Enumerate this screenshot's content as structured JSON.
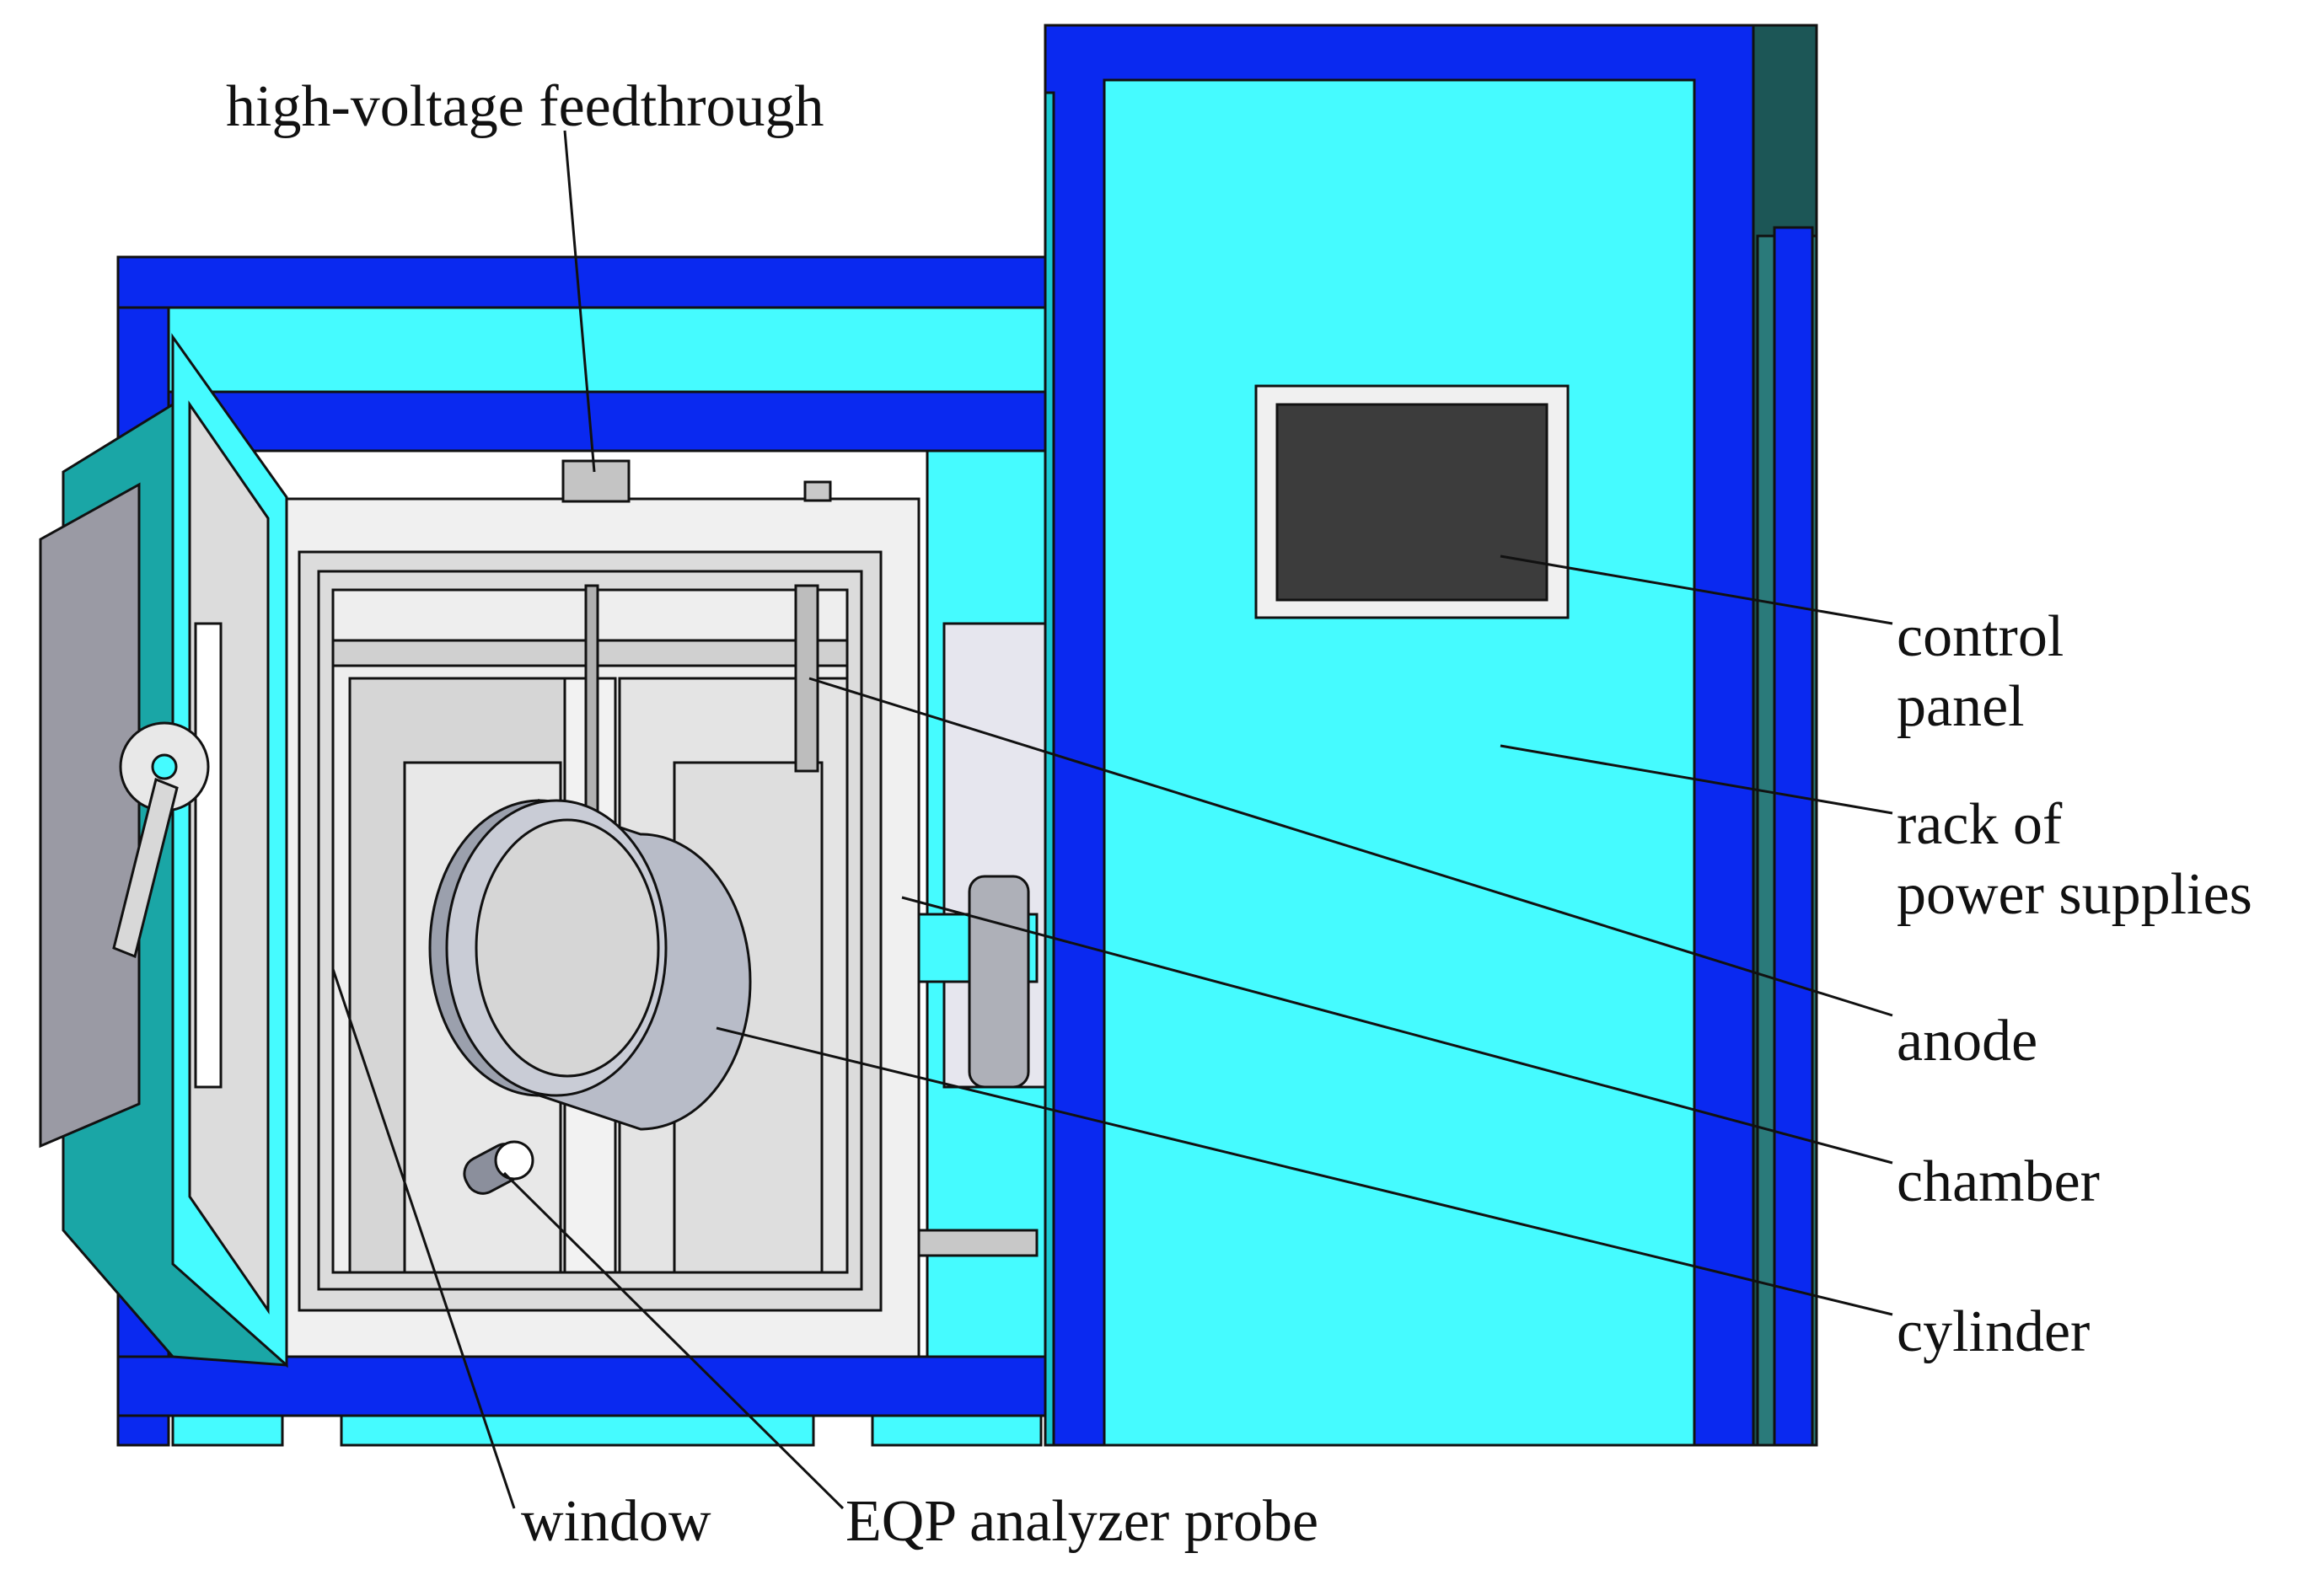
{
  "labels": {
    "feedthrough": "high-voltage feedthrough",
    "control_panel": "control\npanel",
    "rack": "rack of\npower supplies",
    "anode": "anode",
    "chamber": "chamber",
    "cylinder": "cylinder",
    "window": "window",
    "probe": "EQP analyzer probe"
  },
  "colors": {
    "frame_blue": "#0a29f0",
    "panel_cyan": "#45fbff",
    "teal_dark": "#1aa6a6",
    "chamber_white": "#f0f0f0",
    "interior_gray": "#d8d8d8",
    "screen_dark": "#3c3c3c",
    "metal_gray": "#9a9aa4",
    "line_black": "#111111"
  }
}
